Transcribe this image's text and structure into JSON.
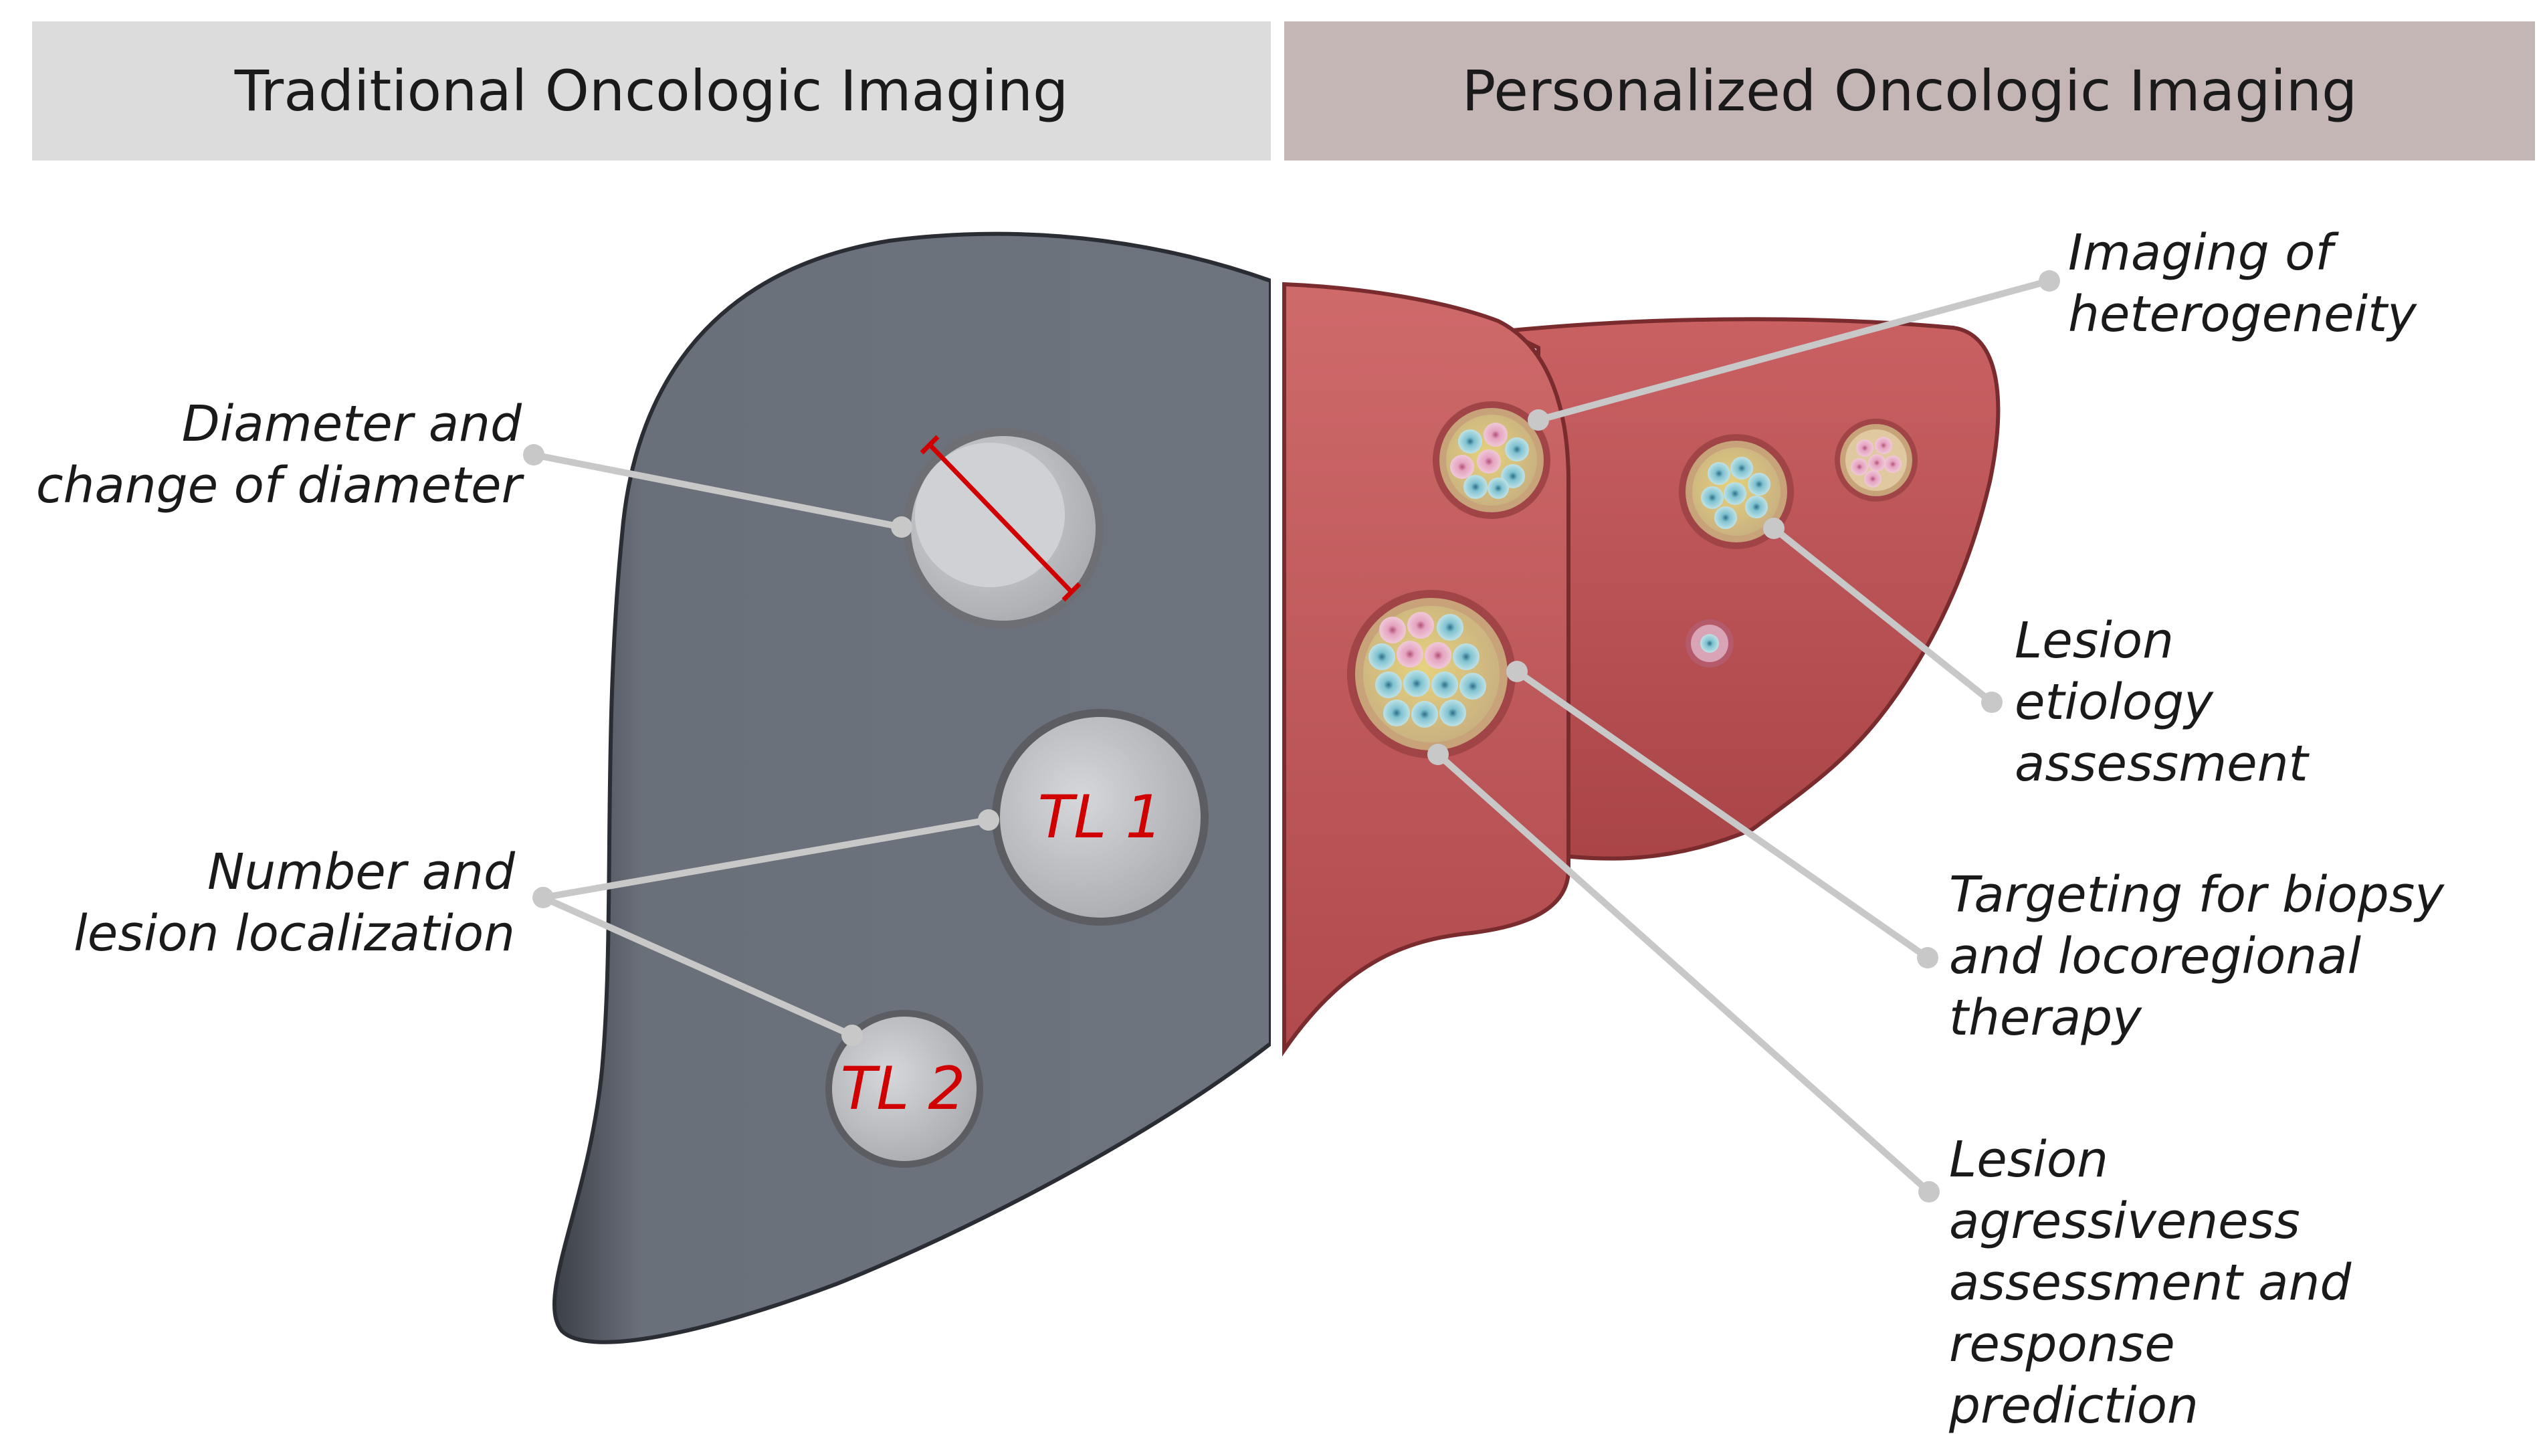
{
  "headers": {
    "traditional": "Traditional Oncologic Imaging",
    "personalized": "Personalized Oncologic Imaging"
  },
  "traditional_labels": {
    "diameter": [
      "Diameter and",
      "change of diameter"
    ],
    "number": [
      "Number and",
      "lesion localization"
    ]
  },
  "target_lesions": {
    "tl1": "TL 1",
    "tl2": "TL 2"
  },
  "personalized_labels": {
    "heterogeneity": [
      "Imaging of",
      "heterogeneity"
    ],
    "etiology": [
      "Lesion",
      "etiology",
      "assessment"
    ],
    "targeting": [
      "Targeting for biopsy",
      "and locoregional",
      "therapy"
    ],
    "aggressiveness": [
      "Lesion",
      "agressiveness",
      "assessment and",
      "response",
      "prediction"
    ]
  },
  "colors": {
    "gray_liver": "#6c727c",
    "red_liver": "#c0585a",
    "header_left": "#dcdcdc",
    "header_right": "#c5b6b6",
    "leader_line": "#c8c8c8",
    "tl_text": "#d10000"
  }
}
